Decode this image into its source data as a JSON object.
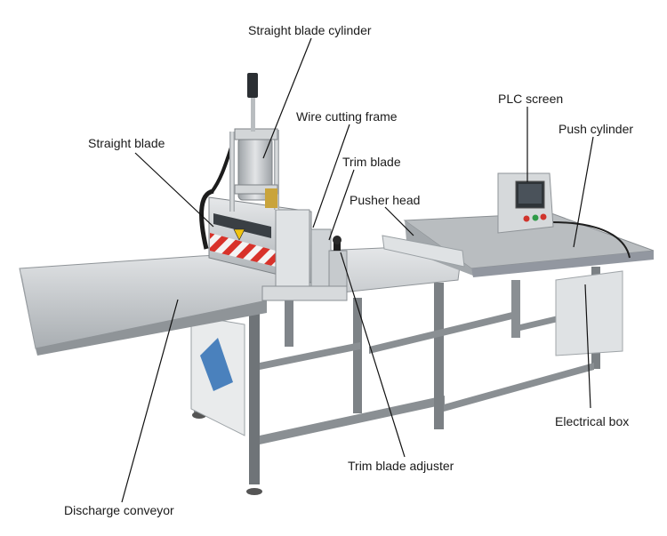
{
  "labels": {
    "straight_blade_cylinder": "Straight blade cylinder",
    "wire_cutting_frame": "Wire cutting frame",
    "straight_blade": "Straight blade",
    "trim_blade": "Trim blade",
    "pusher_head": "Pusher head",
    "plc_screen": "PLC screen",
    "push_cylinder": "Push cylinder",
    "electrical_box": "Electrical box",
    "trim_blade_adjuster": "Trim blade adjuster",
    "discharge_conveyor": "Discharge conveyor"
  },
  "colors": {
    "stainless": "#c9ccce",
    "stainless_dark": "#8f9498",
    "warning_red": "#d8322a",
    "warning_yellow": "#f1c40f",
    "panel_blue": "#2e6fb5",
    "button_red": "#d0342c",
    "button_green": "#2f9a48"
  }
}
